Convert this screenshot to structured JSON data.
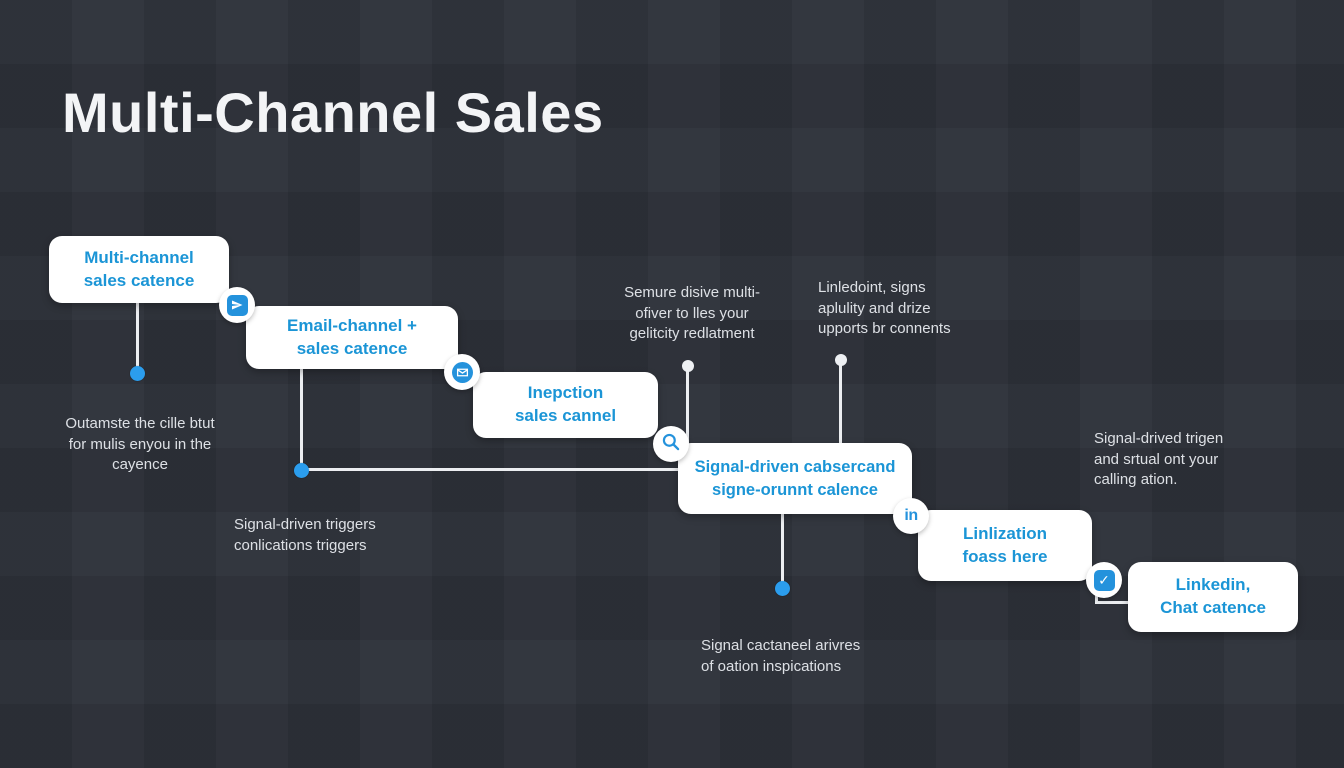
{
  "title": "Multi-Channel Sales",
  "colors": {
    "background": "#2f333b",
    "card_background": "#ffffff",
    "card_text": "#1b95d6",
    "accent_blue": "#2492dc",
    "dot_blue": "#2b9ded",
    "line": "#eceef1",
    "annotation_text": "#dde0e5"
  },
  "cards": [
    {
      "label": "Multi-channel\nsales catence"
    },
    {
      "label": "Email-channel +\nsales catence"
    },
    {
      "label": "Inepction\nsales cannel"
    },
    {
      "label": "Signal-driven cabsercand\nsigne-orunnt calence"
    },
    {
      "label": "Linlization\nfoass here"
    },
    {
      "label": "Linkedin,\nChat catence"
    }
  ],
  "badges": [
    {
      "icon": "send-icon"
    },
    {
      "icon": "email-icon"
    },
    {
      "icon": "search-icon"
    },
    {
      "icon": "linkedin-icon",
      "glyph": "in"
    },
    {
      "icon": "check-square-icon",
      "glyph": "✓"
    }
  ],
  "annotations": [
    {
      "text": "Outamste the cille btut\nfor mulis enyou in the\ncayence"
    },
    {
      "text": "Semure disive multi-\nofiver to lles your\ngelitcity redlatment"
    },
    {
      "text": "Linledoint, signs\naplulity and drize\nupports br connents"
    },
    {
      "text": "Signal-drived trigen\nand srtual ont your\ncalling ation."
    },
    {
      "text": "Signal-driven triggers\nconlications triggers"
    },
    {
      "text": "Signal cactaneel arivres\nof oation inspications"
    }
  ]
}
